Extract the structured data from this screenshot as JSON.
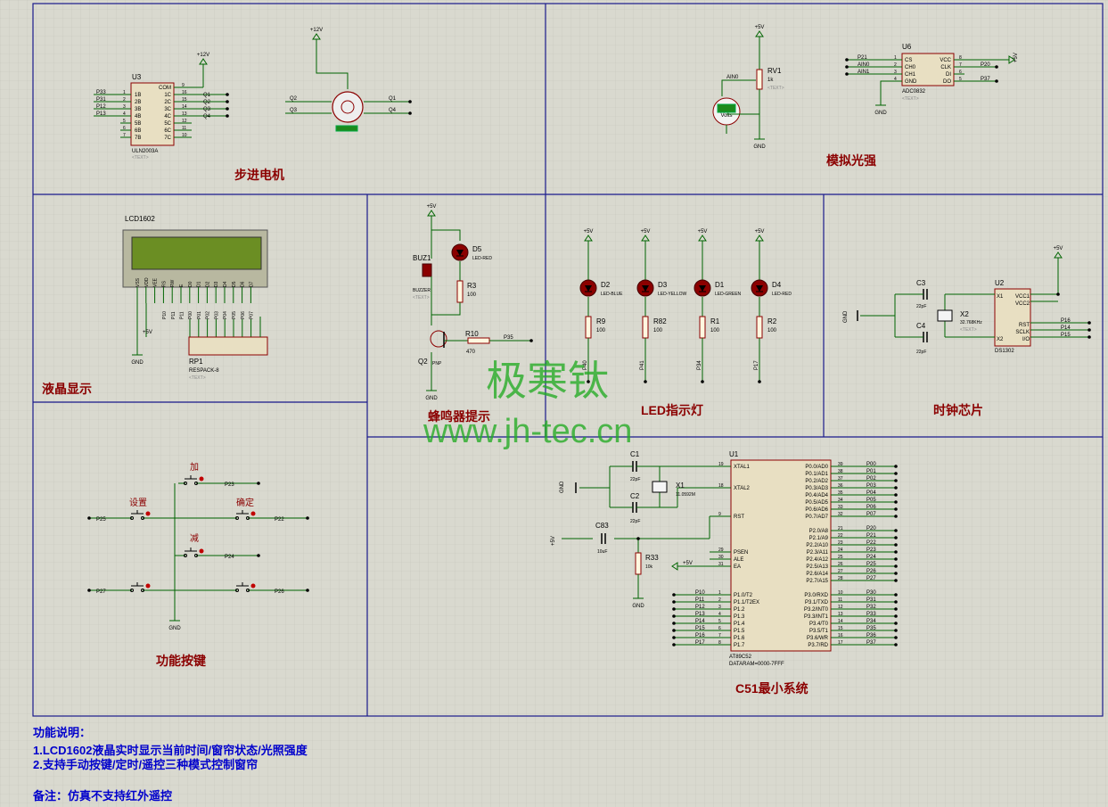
{
  "sections": {
    "stepper": "步进电机",
    "light": "模拟光强",
    "lcd": "液晶显示",
    "buzzer": "蜂鸣器提示",
    "led": "LED指示灯",
    "clock": "时钟芯片",
    "keys": "功能按键",
    "mcu": "C51最小系统"
  },
  "watermark": {
    "cn": "极寒钛",
    "url": "www.jh-tec.cn"
  },
  "notes": {
    "heading": "功能说明：",
    "line1": "1.LCD1602液晶实时显示当前时间/窗帘状态/光照强度",
    "line2": "2.支持手动按键/定时/遥控三种模式控制窗帘",
    "remark": "备注：仿真不支持红外遥控"
  },
  "common": {
    "text_tag": "<TEXT>",
    "vcc5": "+5V",
    "vcc12": "+12V",
    "gnd": "GND"
  },
  "uln": {
    "ref": "U3",
    "part": "ULN2003A",
    "in_pins": [
      "1",
      "2",
      "3",
      "4",
      "5",
      "6",
      "7"
    ],
    "in_names": [
      "1B",
      "2B",
      "3B",
      "4B",
      "5B",
      "6B",
      "7B"
    ],
    "out_pins": [
      "16",
      "15",
      "14",
      "13",
      "12",
      "11",
      "10"
    ],
    "out_names": [
      "1C",
      "2C",
      "3C",
      "4C",
      "5C",
      "6C",
      "7C"
    ],
    "com_pin": "9",
    "com_name": "COM",
    "in_nets": [
      "P33",
      "P31",
      "P12",
      "P13"
    ],
    "out_nets": [
      "Q1",
      "Q2",
      "Q3",
      "Q4"
    ]
  },
  "motor": {
    "left": [
      "Q2",
      "Q3"
    ],
    "right": [
      "Q1",
      "Q4"
    ]
  },
  "rv": {
    "ref": "RV1",
    "value": "1k",
    "ain": "AIN0",
    "meter": "Volts"
  },
  "adc": {
    "ref": "U6",
    "part": "ADC0832",
    "left_pins": [
      "1",
      "2",
      "3",
      "4"
    ],
    "left_names": [
      "CS",
      "CH0",
      "CH1",
      "GND"
    ],
    "left_nets": [
      "P21",
      "AIN0",
      "AIN1",
      ""
    ],
    "right_pins": [
      "8",
      "7",
      "6",
      "5"
    ],
    "right_names": [
      "VCC",
      "CLK",
      "DI",
      "DO"
    ],
    "right_nets": [
      "",
      "P20",
      "",
      "P37"
    ]
  },
  "lcd": {
    "title": "LCD1602",
    "pins": [
      "VSS",
      "VDD",
      "VEE",
      "RS",
      "RW",
      "E",
      "D0",
      "D1",
      "D2",
      "D3",
      "D4",
      "D5",
      "D6",
      "D7"
    ],
    "ctrl_nets": [
      "P10",
      "P11",
      "P11"
    ],
    "data_nets": [
      "P00",
      "P01",
      "P02",
      "P03",
      "P04",
      "P05",
      "P06",
      "P07"
    ],
    "rp": "RP1",
    "rp_part": "RESPACK-8"
  },
  "buzzer": {
    "ref": "BUZ1",
    "part": "BUZZER",
    "led": "D5",
    "led_part": "LED-RED",
    "r3": "R3",
    "r3_val": "100",
    "r10": "R10",
    "r10_val": "470",
    "net": "P35",
    "q": "Q2",
    "q_part": "PNP"
  },
  "leds": [
    {
      "ref": "D2",
      "part": "LED-BLUE",
      "r": "R9",
      "rv": "100",
      "net": "P40"
    },
    {
      "ref": "D3",
      "part": "LED-YELLOW",
      "r": "R82",
      "rv": "100",
      "net": "P41"
    },
    {
      "ref": "D1",
      "part": "LED-GREEN",
      "r": "R1",
      "rv": "100",
      "net": "P34"
    },
    {
      "ref": "D4",
      "part": "LED-RED",
      "r": "R2",
      "rv": "100",
      "net": "P17"
    }
  ],
  "ds1302": {
    "ref": "U2",
    "part": "DS1302",
    "left_pins": [
      "2",
      "3"
    ],
    "left_names": [
      "X1",
      "X2"
    ],
    "right_pins": [
      "8",
      "1",
      "7",
      "5",
      "6"
    ],
    "right_names": [
      "VCC1",
      "VCC2",
      "SCLK",
      "RST",
      "I/O"
    ],
    "nets": [
      "P16",
      "P14",
      "P15"
    ],
    "c3": "C3",
    "c4": "C4",
    "cap": "22pF",
    "x2": "X2",
    "xtal": "32.768KHz"
  },
  "keys": {
    "add": "加",
    "set": "设置",
    "ok": "确定",
    "sub": "减",
    "nets": {
      "add": "P23",
      "set": "P25",
      "ok": "P22",
      "sub": "P24",
      "k5": "P27",
      "k6": "P26"
    }
  },
  "mcu": {
    "ref": "U1",
    "part": "AT89C52",
    "dataram": "DATARAM=0000-7FFF",
    "left_pins": [
      "19",
      "18",
      "9",
      "29",
      "30",
      "31"
    ],
    "left_names": [
      "XTAL1",
      "XTAL2",
      "RST",
      "PSEN",
      "ALE",
      "EA"
    ],
    "p1_pins": [
      "1",
      "2",
      "3",
      "4",
      "5",
      "6",
      "7",
      "8"
    ],
    "p1_names": [
      "P1.0/T2",
      "P1.1/T2EX",
      "P1.2",
      "P1.3",
      "P1.4",
      "P1.5",
      "P1.6",
      "P1.7"
    ],
    "p1_nets": [
      "P10",
      "P11",
      "P12",
      "P13",
      "P14",
      "P15",
      "P16",
      "P17"
    ],
    "p0_pins": [
      "39",
      "38",
      "37",
      "36",
      "35",
      "34",
      "33",
      "32"
    ],
    "p0_names": [
      "P0.0/AD0",
      "P0.1/AD1",
      "P0.2/AD2",
      "P0.3/AD3",
      "P0.4/AD4",
      "P0.5/AD5",
      "P0.6/AD6",
      "P0.7/AD7"
    ],
    "p0_nets": [
      "P00",
      "P01",
      "P02",
      "P03",
      "P04",
      "P05",
      "P06",
      "P07"
    ],
    "p2_pins": [
      "21",
      "22",
      "23",
      "24",
      "25",
      "26",
      "27",
      "28"
    ],
    "p2_names": [
      "P2.0/A8",
      "P2.1/A9",
      "P2.2/A10",
      "P2.3/A11",
      "P2.4/A12",
      "P2.5/A13",
      "P2.6/A14",
      "P2.7/A15"
    ],
    "p2_nets": [
      "P20",
      "P21",
      "P22",
      "P23",
      "P24",
      "P25",
      "P26",
      "P27"
    ],
    "p3_pins": [
      "10",
      "11",
      "12",
      "13",
      "14",
      "15",
      "16",
      "17"
    ],
    "p3_names": [
      "P3.0/RXD",
      "P3.1/TXD",
      "P3.2/INT0",
      "P3.3/INT1",
      "P3.4/T0",
      "P3.5/T1",
      "P3.6/WR",
      "P3.7/RD"
    ],
    "p3_nets": [
      "P30",
      "P31",
      "P32",
      "P33",
      "P34",
      "P35",
      "P36",
      "P37"
    ],
    "c1": "C1",
    "c2": "C2",
    "c_val": "22pF",
    "x1": "X1",
    "x1_val": "11.0592M",
    "c83": "C83",
    "c83_val": "10uF",
    "r33": "R33",
    "r33_val": "10k"
  },
  "colors": {
    "bg": "#d9d9cf",
    "frame": "#1a1a8c",
    "wire": "#006400",
    "part": "#8b0000",
    "section": "#8b0000",
    "note": "#0000cc",
    "watermark": "#22aa22"
  }
}
